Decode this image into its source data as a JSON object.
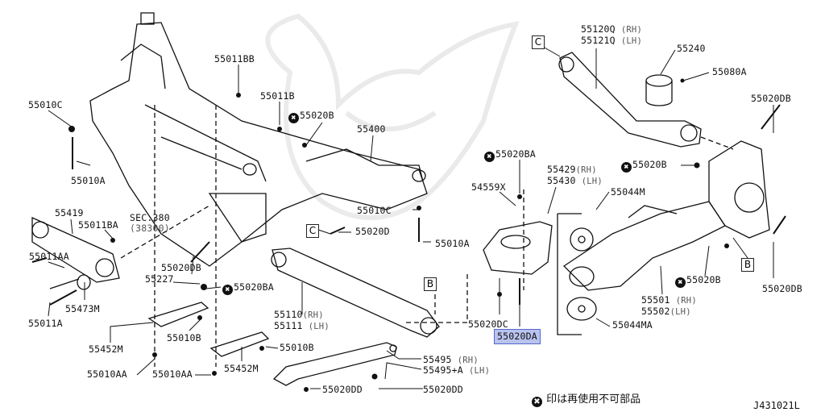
{
  "labels": {
    "p55011BB": "55011BB",
    "p55011B": "55011B",
    "p55020B_1": "55020B",
    "p55010C_1": "55010C",
    "p55010A_1": "55010A",
    "p55400": "55400",
    "p55120Q": "55120Q",
    "p55121Q": "55121Q",
    "p55240": "55240",
    "p55080A": "55080A",
    "p55020DB_1": "55020DB",
    "p55020BA_1": "55020BA",
    "p55020B_2": "55020B",
    "p55429": "55429",
    "p55430": "55430",
    "p54559X": "54559X",
    "p55044M": "55044M",
    "p55419": "55419",
    "p55011BA": "55011BA",
    "sec380": "SEC.380",
    "sec38300": "(38300)",
    "p55011AA": "55011AA",
    "p55020DB_2": "55020DB",
    "p55227": "55227",
    "p55020BA_2": "55020BA",
    "p55473M": "55473M",
    "p55011A": "55011A",
    "p55452M_1": "55452M",
    "p55010B_1": "55010B",
    "p55010AA_1": "55010AA",
    "p55010AA_2": "55010AA",
    "p55452M_2": "55452M",
    "p55010B_2": "55010B",
    "p55010C_2": "55010C",
    "p55020D": "55020D",
    "p55010A_2": "55010A",
    "p55110": "55110",
    "p55111": "55111",
    "p55020DC": "55020DC",
    "p55020DA": "55020DA",
    "p55044MA": "55044MA",
    "p55501": "55501",
    "p55502": "55502",
    "p55020B_3": "55020B",
    "p55020DB_3": "55020DB",
    "p55495": "55495",
    "p55495A": "55495+A",
    "p55020DD_1": "55020DD",
    "p55020DD_2": "55020DD"
  },
  "sides": {
    "rh": "(RH)",
    "lh": "(LH)"
  },
  "refs": {
    "b": "B",
    "c": "C"
  },
  "non_reusable_mark": "✖",
  "note": "印は再使用不可部品",
  "diagram_code": "J431021L",
  "colors": {
    "highlight": "#b9c3ee",
    "line": "#111111"
  }
}
